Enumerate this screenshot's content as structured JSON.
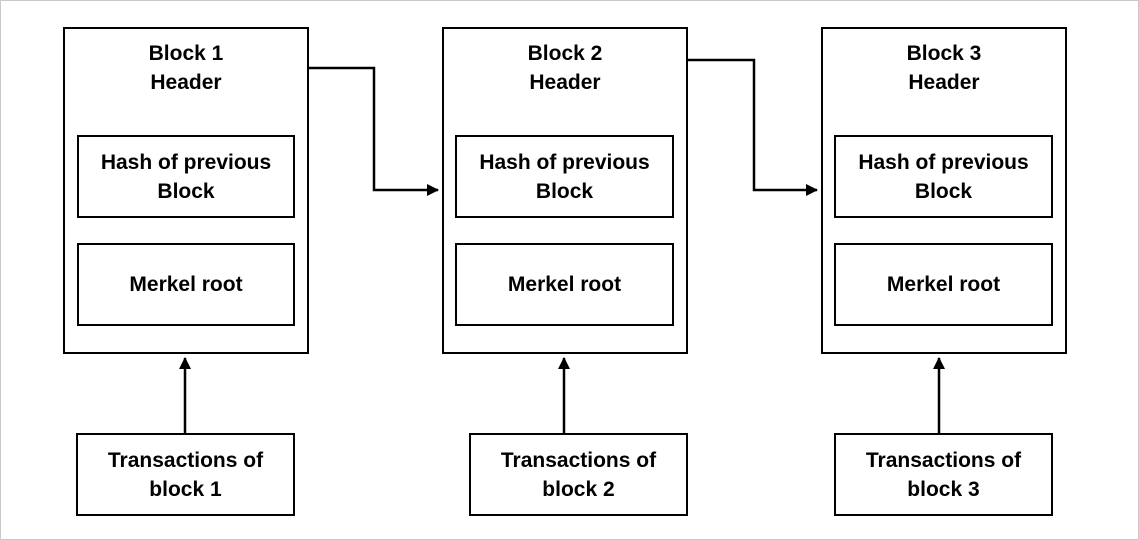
{
  "blocks": [
    {
      "header": "Block 1\nHeader",
      "hash_label": "Hash of previous\nBlock",
      "merkle_label": "Merkel root",
      "transactions_label": "Transactions of\nblock 1"
    },
    {
      "header": "Block 2\nHeader",
      "hash_label": "Hash of previous\nBlock",
      "merkle_label": "Merkel root",
      "transactions_label": "Transactions of\nblock 2"
    },
    {
      "header": "Block 3\nHeader",
      "hash_label": "Hash of previous\nBlock",
      "merkle_label": "Merkel root",
      "transactions_label": "Transactions of\nblock 3"
    }
  ],
  "colors": {
    "stroke": "#000000",
    "background": "#ffffff",
    "frame": "#c9c9c9"
  }
}
